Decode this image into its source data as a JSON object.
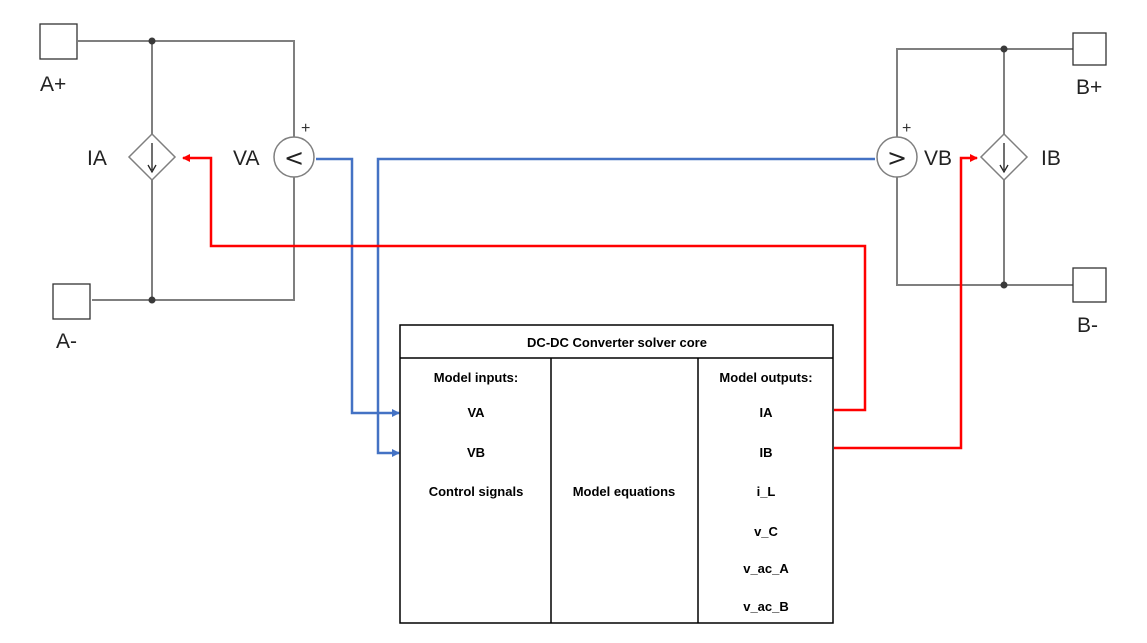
{
  "terminals": {
    "a_plus": "A+",
    "a_minus": "A-",
    "b_plus": "B+",
    "b_minus": "B-"
  },
  "sources": {
    "ia": "IA",
    "va": "VA",
    "va_sign": "+",
    "va_symbol": "<",
    "vb": "VB",
    "vb_sign": "+",
    "vb_symbol": ">",
    "ib": "IB"
  },
  "block": {
    "title": "DC-DC Converter solver core",
    "inputs_header": "Model inputs:",
    "inputs": [
      "VA",
      "VB",
      "Control signals"
    ],
    "middle": "Model equations",
    "outputs_header": "Model outputs:",
    "outputs": [
      "IA",
      "IB",
      "i_L",
      "v_C",
      "v_ac_A",
      "v_ac_B"
    ]
  },
  "colors": {
    "wire": "#7f7f7f",
    "voltage_signal": "#4472c4",
    "current_signal": "#ff0000"
  }
}
